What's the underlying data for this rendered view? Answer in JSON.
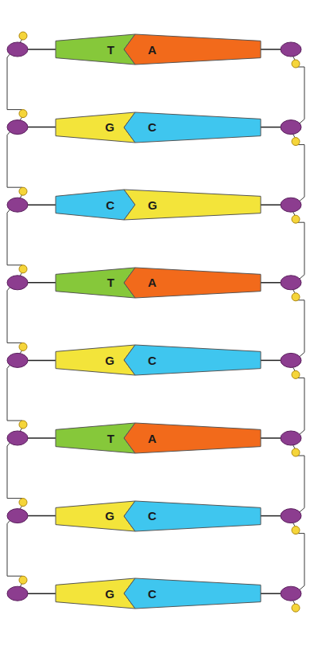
{
  "diagram": {
    "nodes": [
      {
        "text": [
          "T"
        ]
      },
      {
        "text": [
          "A"
        ]
      },
      {
        "text": [
          "G"
        ]
      },
      {
        "text": [
          "C"
        ]
      },
      {
        "text": [
          "C"
        ]
      },
      {
        "text": [
          "G"
        ]
      },
      {
        "text": [
          "T"
        ]
      },
      {
        "text": [
          "A"
        ]
      },
      {
        "text": [
          "G"
        ]
      },
      {
        "text": [
          "C"
        ]
      },
      {
        "text": [
          "T"
        ]
      },
      {
        "text": [
          "A"
        ]
      },
      {
        "text": [
          "G"
        ]
      },
      {
        "text": [
          "C"
        ]
      },
      {
        "text": [
          "G"
        ]
      },
      {
        "text": [
          "C"
        ]
      }
    ]
  }
}
